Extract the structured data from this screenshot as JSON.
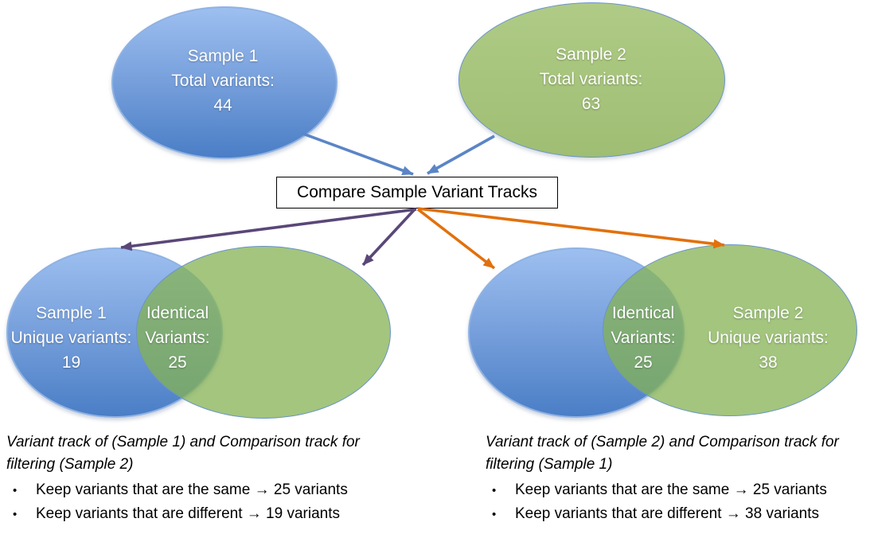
{
  "colors": {
    "node-blue-top": "#9DBFF0",
    "node-blue-bottom": "#4A7EC6",
    "node-blue-border": "#8FB2E3",
    "node-green-top": "#AFCB86",
    "node-green-bottom": "#9FBE73",
    "node-green-border": "#6A93C9",
    "venn-green-fill": "rgba(132,177,83,0.75)",
    "arrow-blue": "#5B85C6",
    "arrow-purple": "#5A4778",
    "arrow-orange": "#E2700C",
    "box-border": "#000000",
    "text-dark": "#000000",
    "text-light": "#FFFFFF"
  },
  "diagram": {
    "sample1_total": {
      "lines": [
        "Sample 1",
        "Total variants:",
        "44"
      ]
    },
    "sample2_total": {
      "lines": [
        "Sample 2",
        "Total variants:",
        "63"
      ]
    },
    "compare_box": {
      "label": "Compare Sample Variant Tracks"
    },
    "left_venn": {
      "sample1_unique": {
        "lines": [
          "Sample 1",
          "Unique variants:",
          "19"
        ]
      },
      "identical": {
        "lines": [
          "Identical",
          "Variants:",
          "25"
        ]
      }
    },
    "right_venn": {
      "identical": {
        "lines": [
          "Identical",
          "Variants:",
          "25"
        ]
      },
      "sample2_unique": {
        "lines": [
          "Sample 2",
          "Unique variants:",
          "38"
        ]
      }
    },
    "notes_left": {
      "heading": "Variant track of (Sample 1) and Comparison track for filtering (Sample 2)",
      "bullet_char": "•",
      "bullets": [
        "Keep variants that are the same → 25 variants",
        "Keep variants that are different → 19 variants"
      ]
    },
    "notes_right": {
      "heading": "Variant track of (Sample 2) and Comparison track for filtering (Sample 1)",
      "bullet_char": "•",
      "bullets": [
        "Keep variants that are the same → 25 variants",
        "Keep variants that are different → 38 variants"
      ]
    }
  }
}
